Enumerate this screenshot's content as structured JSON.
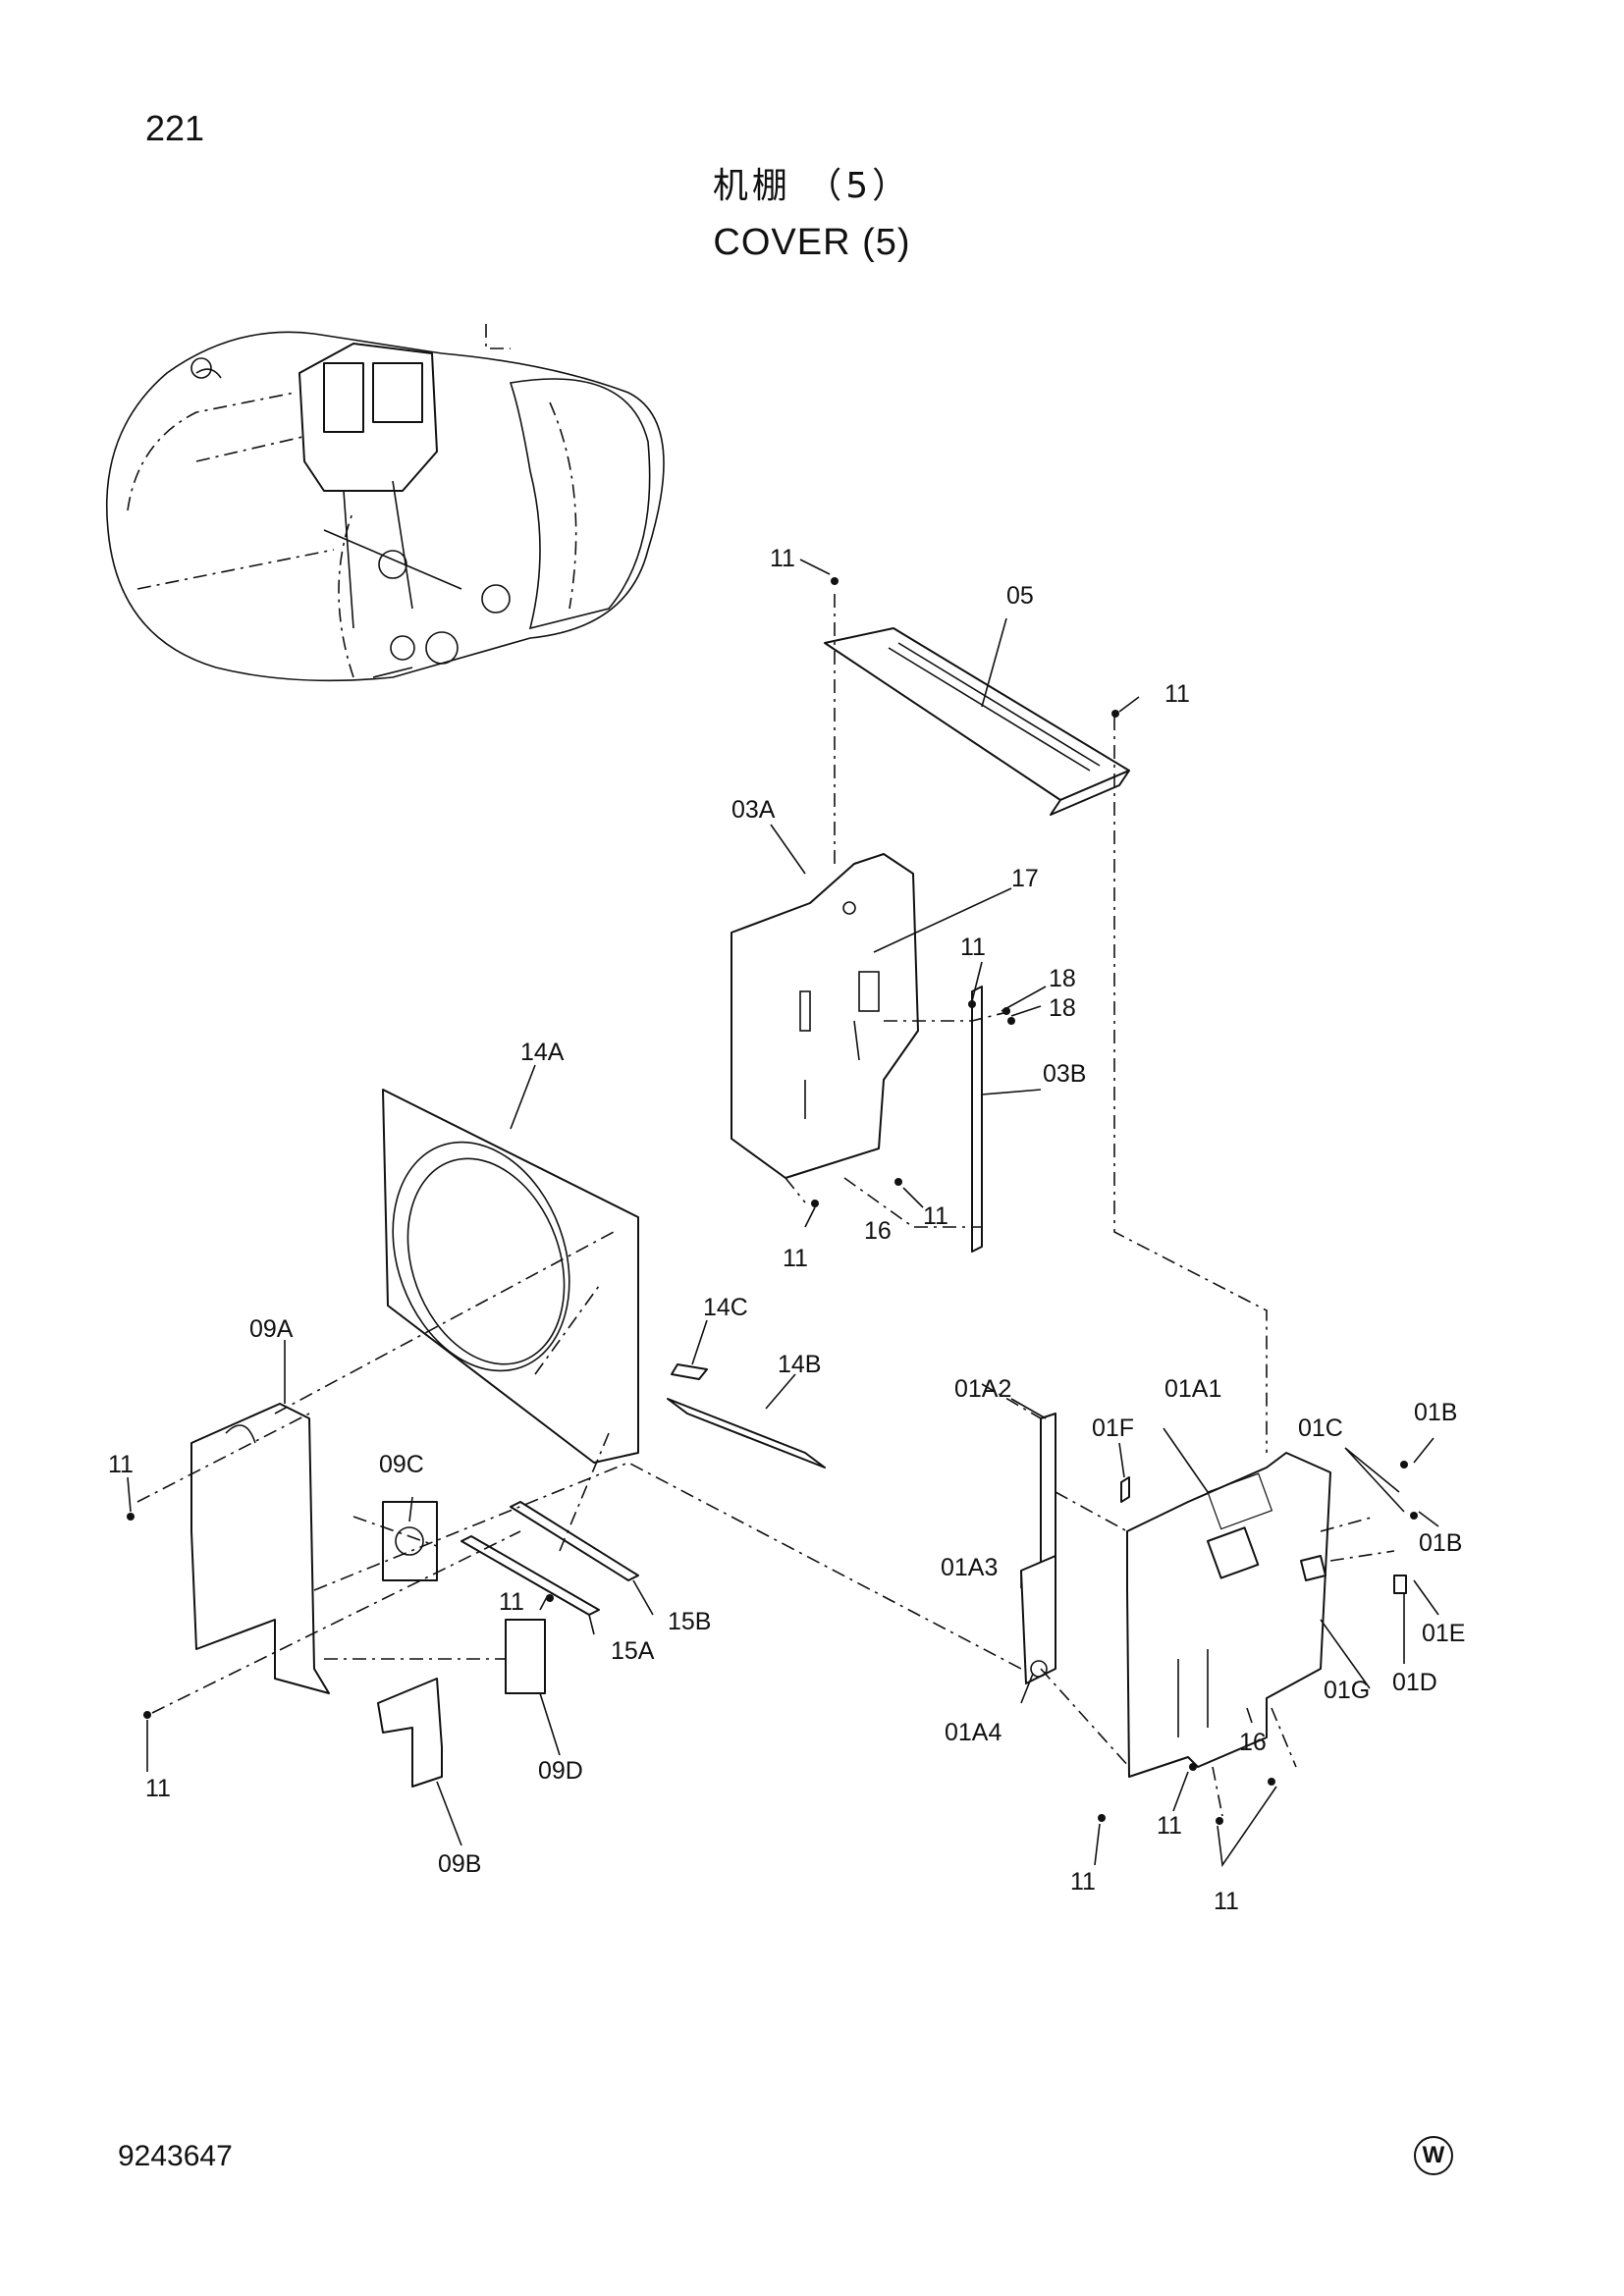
{
  "page": {
    "number": "221",
    "title_cn": "机棚 （5）",
    "title_en": "COVER (5)",
    "code": "9243647",
    "mark": "W"
  },
  "parts": {
    "p05": "05",
    "p03A": "03A",
    "p03B": "03B",
    "p17": "17",
    "p18a": "18",
    "p18b": "18",
    "p16a": "16",
    "p16b": "16",
    "p14A": "14A",
    "p14B": "14B",
    "p14C": "14C",
    "p15A": "15A",
    "p15B": "15B",
    "p09A": "09A",
    "p09B": "09B",
    "p09C": "09C",
    "p09D": "09D",
    "p01A1": "01A1",
    "p01A2": "01A2",
    "p01A3": "01A3",
    "p01A4": "01A4",
    "p01B_top": "01B",
    "p01B_bottom": "01B",
    "p01C": "01C",
    "p01D": "01D",
    "p01E": "01E",
    "p01F": "01F",
    "p01G": "01G",
    "bolt": "11"
  }
}
